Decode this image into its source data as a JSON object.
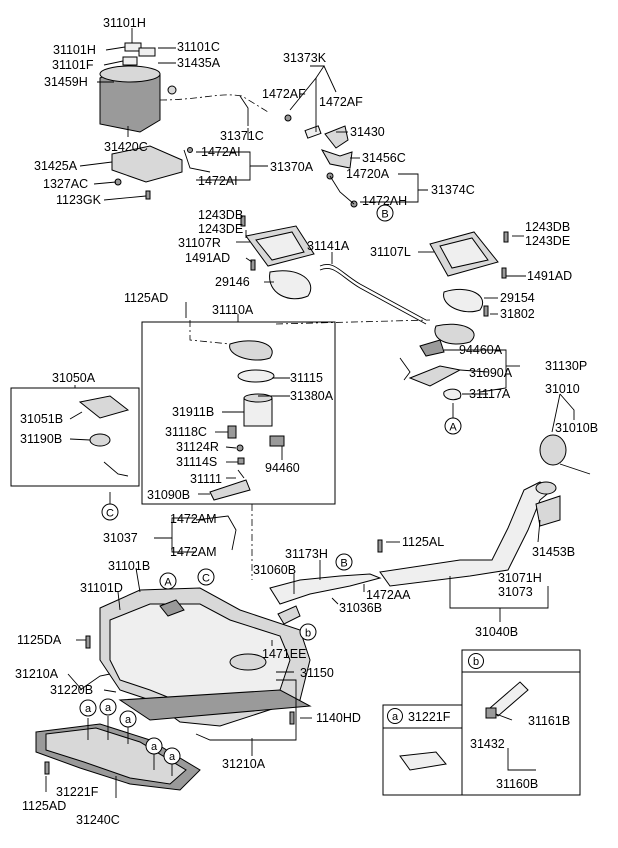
{
  "labels": {
    "l31101H_top": "31101H",
    "l31101H": "31101H",
    "l31101C": "31101C",
    "l31101F": "31101F",
    "l31435A": "31435A",
    "l31459H": "31459H",
    "l31420C": "31420C",
    "l31425A": "31425A",
    "l1327AC": "1327AC",
    "l1123GK": "1123GK",
    "l31373K": "31373K",
    "l1472AF_a": "1472AF",
    "l1472AF_b": "1472AF",
    "l31430": "31430",
    "l31371C": "31371C",
    "l1472AI_a": "1472AI",
    "l1472AI_b": "1472AI",
    "l31370A": "31370A",
    "l31456C": "31456C",
    "l14720A": "14720A",
    "l31374C": "31374C",
    "l1472AH": "1472AH",
    "l1243DB_a": "1243DB",
    "l1243DE_a": "1243DE",
    "l31107R": "31107R",
    "l1491AD_a": "1491AD",
    "l29146": "29146",
    "l31141A": "31141A",
    "l1243DB_b": "1243DB",
    "l1243DE_b": "1243DE",
    "l31107L": "31107L",
    "l1491AD_b": "1491AD",
    "l29154": "29154",
    "l31802": "31802",
    "l1125AD_a": "1125AD",
    "l31110A": "31110A",
    "l94460A": "94460A",
    "l31130P": "31130P",
    "l31090A": "31090A",
    "l31117A": "31117A",
    "l31010": "31010",
    "l31010B": "31010B",
    "l31050A": "31050A",
    "l31051B": "31051B",
    "l31190B": "31190B",
    "l31115": "31115",
    "l31380A": "31380A",
    "l31911B": "31911B",
    "l31118C": "31118C",
    "l31124R": "31124R",
    "l31114S": "31114S",
    "l94460": "94460",
    "l31111": "31111",
    "l31090B": "31090B",
    "l1472AM_a": "1472AM",
    "l31037": "31037",
    "l1472AM_b": "1472AM",
    "l1125AL": "1125AL",
    "l31173H": "31173H",
    "l31060B": "31060B",
    "l31101B": "31101B",
    "l31101D": "31101D",
    "l1472AA": "1472AA",
    "l31036B": "31036B",
    "l31453B": "31453B",
    "l31071H": "31071H",
    "l31073": "31073",
    "l31040B": "31040B",
    "l1125DA": "1125DA",
    "l1471EE": "1471EE",
    "l31210A_a": "31210A",
    "l31150": "31150",
    "l31220B": "31220B",
    "l1140HD": "1140HD",
    "l31210A_b": "31210A",
    "l1125AD_b": "1125AD",
    "l31221F": "31221F",
    "l31240C": "31240C",
    "l31221F_box": "31221F",
    "l31161B": "31161B",
    "l31432": "31432",
    "l31160B": "31160B"
  },
  "callouts": {
    "A": "A",
    "B": "B",
    "C": "C",
    "a": "a",
    "b": "b"
  }
}
